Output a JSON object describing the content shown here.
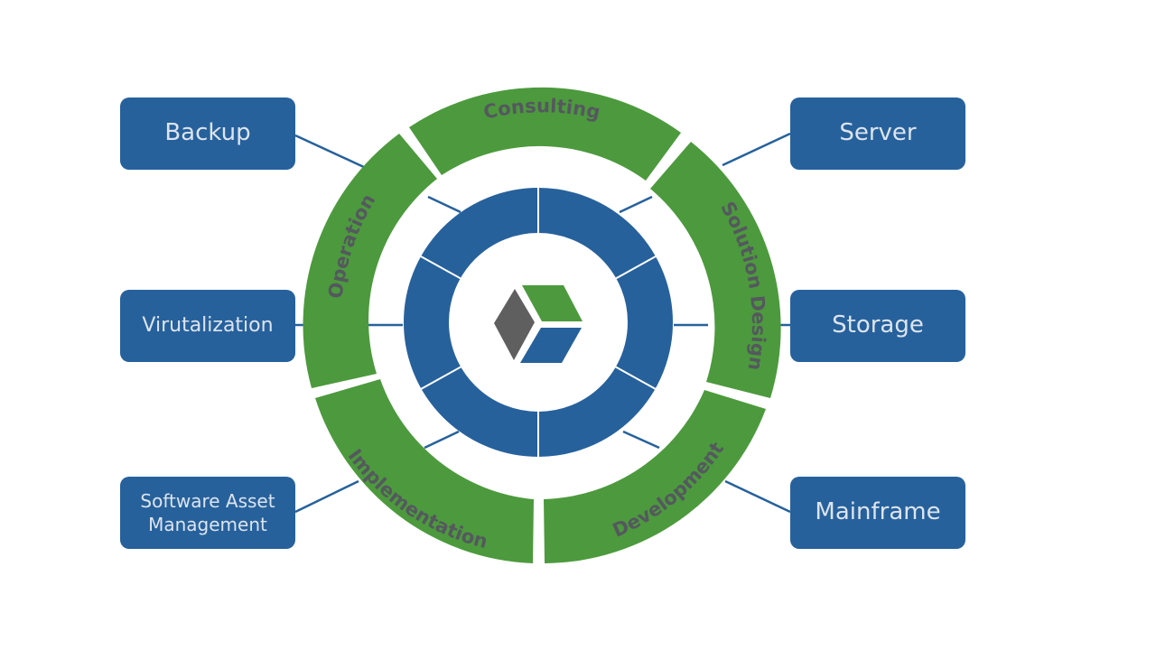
{
  "diagram": {
    "outer_ring": {
      "segments": [
        {
          "id": "consulting",
          "label": "Consulting"
        },
        {
          "id": "solution-design",
          "label": "Solution Design"
        },
        {
          "id": "development",
          "label": "Development"
        },
        {
          "id": "implementation",
          "label": "Implementation"
        },
        {
          "id": "operation",
          "label": "Operation"
        }
      ]
    },
    "boxes": {
      "backup": "Backup",
      "virtualization": "Virutalization",
      "software_asset_management": "Software Asset\nManagement",
      "server": "Server",
      "storage": "Storage",
      "mainframe": "Mainframe"
    },
    "center_logo": {
      "icon": "cube-logo-icon"
    },
    "colors": {
      "outer_ring": "#4c9a3d",
      "inner_ring": "#26619c",
      "box_fill": "#26619c",
      "box_text": "#dde4ee",
      "ring_label": "#55585f",
      "connector": "#26619c",
      "logo_gray": "#5f5f5f",
      "logo_green": "#4c9a3d",
      "logo_blue": "#26619c"
    }
  }
}
